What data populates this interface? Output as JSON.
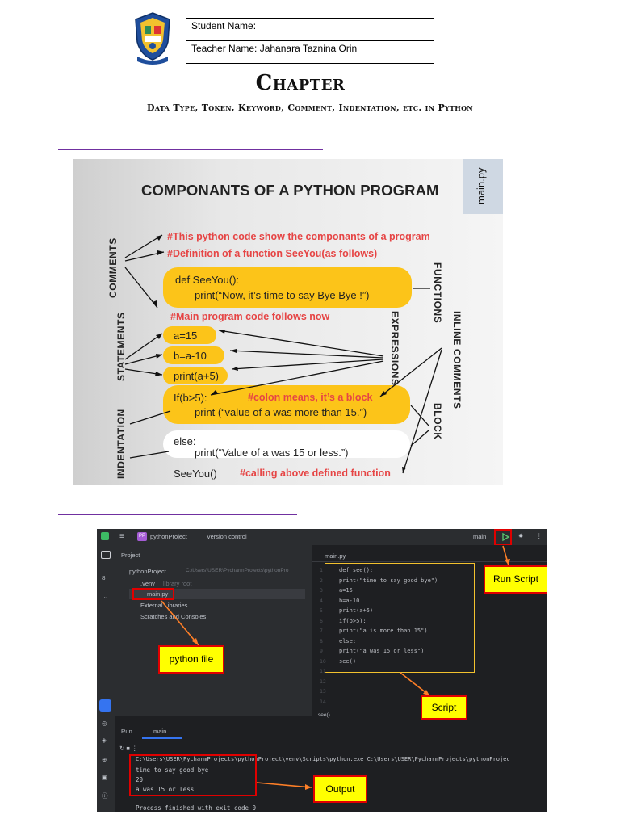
{
  "header": {
    "student_label": "Student Name:",
    "teacher_label": "Teacher Name: Jahanara Taznina Orin",
    "chapter_title": "Chapter",
    "chapter_subtitle": "Data Type, Token, Keyword, Comment, Indentation, etc. in Python"
  },
  "figure1": {
    "title": "COMPONANTS OF A PYTHON PROGRAM",
    "file_tab": "main.py",
    "labels": {
      "comments": "COMMENTS",
      "statements": "STATEMENTS",
      "indentation": "INDENTATION",
      "functions": "FUNCTIONS",
      "expressions": "EXPRESSIONS",
      "inline_comments": "INLINE COMMENTS",
      "block": "BLOCK"
    },
    "comment1": "#This python code show the componants of a program",
    "comment2": "#Definition of a function SeeYou(as follows)",
    "def_line": "def SeeYou():",
    "print_bye": "print(“Now, it’s time to say Bye  Bye !”)",
    "main_comment": "#Main program code follows now",
    "stmt_a": "a=15",
    "stmt_b": "b=a-10",
    "stmt_print": "print(a+5)",
    "if_line": "If(b>5):",
    "colon_comment": "#colon means, it’s a block",
    "print_more": "print (“value of a was more than 15.”)",
    "else_line": "else:",
    "print_less": "print(“Value of a was 15 or less.”)",
    "call_line": "SeeYou()",
    "call_comment": "#calling above defined function"
  },
  "figure2": {
    "project_badge": "PP",
    "project_name": "pythonProject",
    "version_control": "Version control",
    "run_config": "main",
    "project_header": "Project",
    "tree_project": "pythonProject",
    "tree_project_path": "C:\\Users\\USER\\PycharmProjects\\pythonPro",
    "tree_venv": ".venv",
    "tree_venv_note": "library root",
    "tree_main": "main.py",
    "tree_ext": "External Libraries",
    "tree_scratch": "Scratches and Consoles",
    "editor_tab": "main.py",
    "code": [
      {
        "n": "1",
        "t": "def see():"
      },
      {
        "n": "2",
        "t": "    print(\"time to say good bye\")"
      },
      {
        "n": "3",
        "t": "    a=15"
      },
      {
        "n": "4",
        "t": "    b=a-10"
      },
      {
        "n": "5",
        "t": "    print(a+5)"
      },
      {
        "n": "6",
        "t": "    if(b>5):"
      },
      {
        "n": "7",
        "t": "        print(\"a is more than 15\")"
      },
      {
        "n": "8",
        "t": "    else:"
      },
      {
        "n": "9",
        "t": "        print(\"a was 15 or less\")"
      },
      {
        "n": "10",
        "t": "see()"
      },
      {
        "n": "11",
        "t": ""
      },
      {
        "n": "12",
        "t": ""
      },
      {
        "n": "13",
        "t": ""
      },
      {
        "n": "14",
        "t": ""
      }
    ],
    "editor_footer": "see()",
    "run_tab_label": "Run",
    "run_tab_config": "main",
    "output": {
      "cmd": "C:\\Users\\USER\\PycharmProjects\\pythonProject\\venv\\Scripts\\python.exe C:\\Users\\USER\\PycharmProjects\\pythonProjec",
      "line1": "time to say good bye",
      "line2": "20",
      "line3": "a was 15 or less",
      "finished": "Process finished with exit code 0"
    },
    "callouts": {
      "run_script": "Run Script",
      "python_file": "python file",
      "script": "Script",
      "output": "Output"
    }
  },
  "colors": {
    "rule": "#7030a0",
    "pill_yellow": "#fcc419",
    "comment_red": "#e64545",
    "callout_fill": "#ffff00",
    "callout_border": "#e00000",
    "ide_bg": "#1e1f22"
  }
}
